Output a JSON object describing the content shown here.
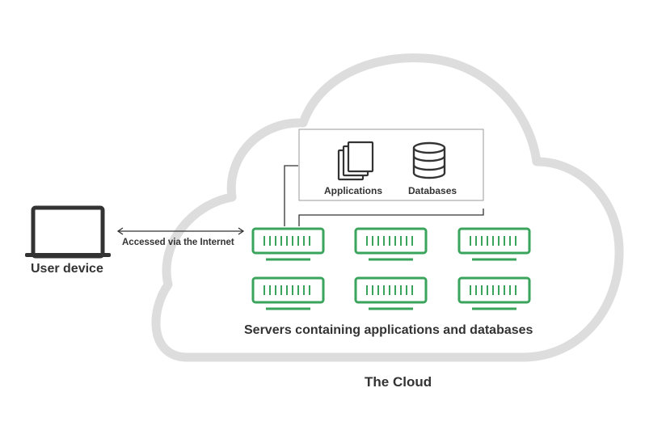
{
  "labels": {
    "user_device": "User device",
    "connection": "Accessed via the Internet",
    "applications": "Applications",
    "databases": "Databases",
    "servers": "Servers containing applications and databases",
    "cloud": "The Cloud"
  },
  "colors": {
    "server": "#3aa35c",
    "cloud_outline": "#dddddd",
    "dark": "#333333",
    "box_border": "#999999"
  },
  "servers": {
    "rows": 2,
    "columns": 3
  }
}
